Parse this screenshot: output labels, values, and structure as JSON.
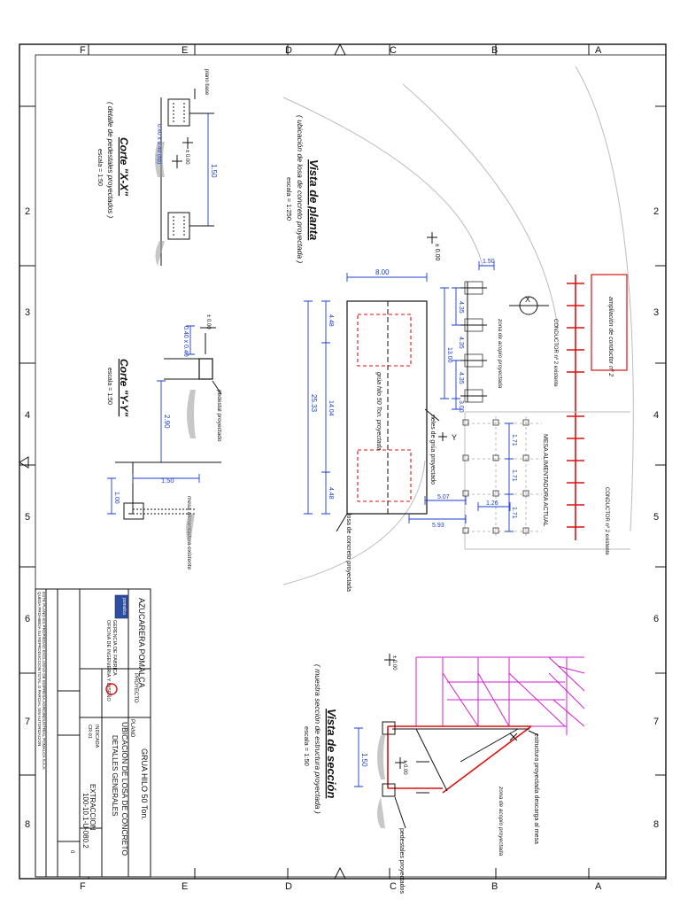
{
  "frame": {
    "rows": [
      "A",
      "B",
      "C",
      "D",
      "E",
      "F"
    ],
    "cols": [
      "2",
      "3",
      "4",
      "5",
      "6",
      "7",
      "8"
    ]
  },
  "views": {
    "planta": {
      "title": "Vista de planta",
      "subtitle": "( ubicación de losa de concreto proyectada )",
      "scale": "escala = 1:250"
    },
    "seccion": {
      "title": "Vista de sección",
      "subtitle": "( muestra sección de estructura proyectada )",
      "scale": "escala = 1:50"
    },
    "corte_xx": {
      "title": "Corte \"X-X\"",
      "subtitle": "( detalle de pedestales proyectados )",
      "scale": "escala = 1:50"
    },
    "corte_yy": {
      "title": "Corte \"Y-Y\"",
      "scale": "escala = 1:50"
    }
  },
  "labels": {
    "ampliacion": "ampliación de conductor nº 2",
    "zona_acopio_1": "zona de acopio proyectada",
    "zona_acopio_2": "zona de acopio proyectada",
    "mesa_actual": "MESA ALIMENTADORA ACTUAL",
    "conductor_existente": "CONDUCTOR nº 2 existente",
    "grua": "grúa hilo 50 Ton. proyectada",
    "rieles": "rieles de grúa proyectado",
    "losa": "losa de concreto proyectada",
    "pedestal_yy": "pedestal proyectado",
    "mesa_existente": "mesa alimentadora existente",
    "estructura_seccion": "estructura proyectada descarga al mesa",
    "pedestales_seccion": "pedestales proyectados",
    "plano_base": "plano base",
    "ss_xx": "± 0.00",
    "nivel_planta": "± 0.00",
    "nivel_seccion": "± 0.00",
    "nivel_yy": "± 0.00",
    "pedestal_xx": "0.40 x 0.40 (tip)",
    "pedestal_yy_dim": "0.40 x 0.40"
  },
  "dims": {
    "d150a": "1.50",
    "d800": "8.00",
    "d448a": "4.48",
    "d2533": "25.33",
    "d448b": "4.48",
    "d1404": "14.04",
    "d435a": "4.35",
    "d435b": "4.35",
    "d435c": "4.35",
    "d1300": "13.00",
    "d300": "3.00",
    "d507": "5.07",
    "d593": "5.93",
    "d126": "1.26",
    "d171a": "1.71",
    "d171b": "1.71",
    "d171c": "1.71",
    "xx_150": "1.50",
    "yy_290": "2.90",
    "yy_150": "1.50",
    "yy_100": "1.00",
    "sec_150": "1.50"
  },
  "titleblock": {
    "company": "AZUCARERA POMALCA",
    "dept_1": "GERENCIA DE FABRICA",
    "dept_2": "OFICINA DE INGENIERIA Y DISEÑO",
    "logo_text": "pomalca",
    "project_label": "PROYECTO",
    "project": "GRUA HILO 50 Ton.",
    "plan_label": "PLANO",
    "plan_title_1": "UBICACIÓN DE LOSA DE CONCRETO",
    "plan_title_2": "DETALLES GENERALES",
    "area": "EXTRACCION",
    "code": "100-10.1-U-080.2",
    "scale": "INDICADA",
    "sheet": "CR-01",
    "rev": "0",
    "footer_1": "ESTE PLANO ES PROPIEDAD EXCLUSIVA DE EMPRESA AGROINDUSTRIAL POMALCA S.A.A.",
    "footer_2": "QUEDA PROHIBIDA SU REPRODUCCION TOTAL O PARCIAL SIN AUTORIZACION"
  }
}
